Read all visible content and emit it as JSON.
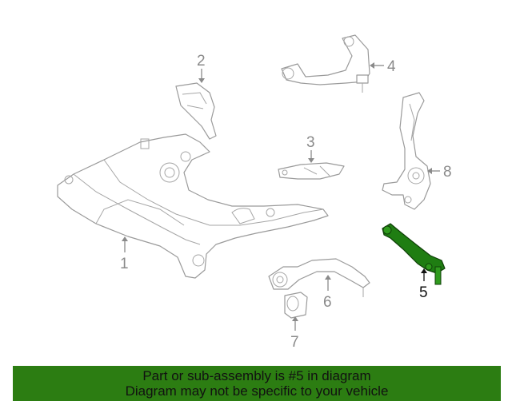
{
  "diagram": {
    "callouts": {
      "p1": "1",
      "p2": "2",
      "p3": "3",
      "p4": "4",
      "p5": "5",
      "p6": "6",
      "p7": "7",
      "p8": "8"
    },
    "highlighted_part": "5",
    "highlight_color": "#2c7d12"
  },
  "banner": {
    "line1": "Part or sub-assembly is #5 in diagram",
    "line2": "Diagram may not be specific to your vehicle"
  }
}
